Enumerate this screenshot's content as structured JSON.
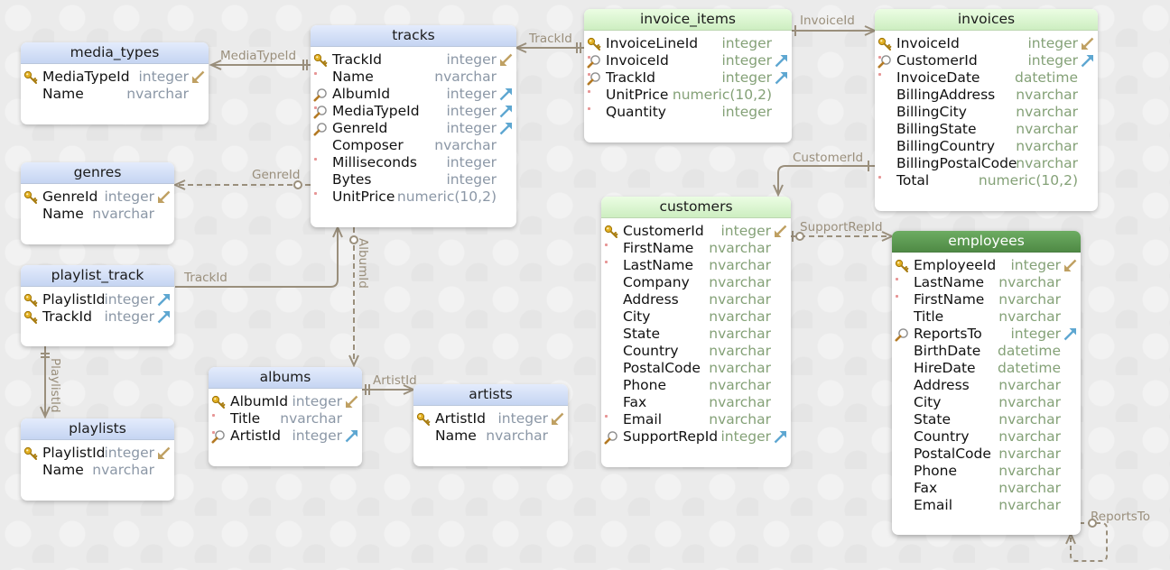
{
  "colors": {
    "connector": "#9a8f7c",
    "header_blue": "#c5d5f2",
    "header_green": "#cdeec1",
    "header_selected": "#5a9650",
    "type_blue": "#8b97a6",
    "type_green": "#84a177"
  },
  "tables": {
    "media_types": {
      "title": "media_types",
      "fields": [
        {
          "name": "MediaTypeId",
          "type": "integer",
          "icon": "key-icon",
          "arrow": "pk"
        },
        {
          "name": "Name",
          "type": "nvarchar"
        }
      ]
    },
    "tracks": {
      "title": "tracks",
      "fields": [
        {
          "name": "TrackId",
          "type": "integer",
          "icon": "key-icon",
          "arrow": "pk",
          "req": true
        },
        {
          "name": "Name",
          "type": "nvarchar",
          "req": true
        },
        {
          "name": "AlbumId",
          "type": "integer",
          "icon": "search-icon",
          "arrow": "fk"
        },
        {
          "name": "MediaTypeId",
          "type": "integer",
          "icon": "search-icon",
          "arrow": "fk",
          "req": true
        },
        {
          "name": "GenreId",
          "type": "integer",
          "icon": "search-icon",
          "arrow": "fk"
        },
        {
          "name": "Composer",
          "type": "nvarchar"
        },
        {
          "name": "Milliseconds",
          "type": "integer",
          "req": true
        },
        {
          "name": "Bytes",
          "type": "integer"
        },
        {
          "name": "UnitPrice",
          "type": "numeric(10,2)",
          "req": true
        }
      ]
    },
    "genres": {
      "title": "genres",
      "fields": [
        {
          "name": "GenreId",
          "type": "integer",
          "icon": "key-icon",
          "arrow": "pk"
        },
        {
          "name": "Name",
          "type": "nvarchar"
        }
      ]
    },
    "playlist_track": {
      "title": "playlist_track",
      "fields": [
        {
          "name": "PlaylistId",
          "type": "integer",
          "icon": "key-icon",
          "arrow": "fk"
        },
        {
          "name": "TrackId",
          "type": "integer",
          "icon": "key-icon",
          "arrow": "fk"
        }
      ]
    },
    "playlists": {
      "title": "playlists",
      "fields": [
        {
          "name": "PlaylistId",
          "type": "integer",
          "icon": "key-icon",
          "arrow": "pk"
        },
        {
          "name": "Name",
          "type": "nvarchar"
        }
      ]
    },
    "albums": {
      "title": "albums",
      "fields": [
        {
          "name": "AlbumId",
          "type": "integer",
          "icon": "key-icon",
          "arrow": "pk"
        },
        {
          "name": "Title",
          "type": "nvarchar",
          "req": true
        },
        {
          "name": "ArtistId",
          "type": "integer",
          "icon": "search-icon",
          "arrow": "fk",
          "req": true
        }
      ]
    },
    "artists": {
      "title": "artists",
      "fields": [
        {
          "name": "ArtistId",
          "type": "integer",
          "icon": "key-icon",
          "arrow": "pk"
        },
        {
          "name": "Name",
          "type": "nvarchar"
        }
      ]
    },
    "invoice_items": {
      "title": "invoice_items",
      "fields": [
        {
          "name": "InvoiceLineId",
          "type": "integer",
          "icon": "key-icon",
          "arrow": "none"
        },
        {
          "name": "InvoiceId",
          "type": "integer",
          "icon": "search-icon",
          "arrow": "fk",
          "req": true
        },
        {
          "name": "TrackId",
          "type": "integer",
          "icon": "search-icon",
          "arrow": "fk",
          "req": true
        },
        {
          "name": "UnitPrice",
          "type": "numeric(10,2)",
          "req": true
        },
        {
          "name": "Quantity",
          "type": "integer",
          "req": true
        }
      ]
    },
    "invoices": {
      "title": "invoices",
      "fields": [
        {
          "name": "InvoiceId",
          "type": "integer",
          "icon": "key-icon",
          "arrow": "pk"
        },
        {
          "name": "CustomerId",
          "type": "integer",
          "icon": "search-icon",
          "arrow": "fk",
          "req": true
        },
        {
          "name": "InvoiceDate",
          "type": "datetime",
          "req": true
        },
        {
          "name": "BillingAddress",
          "type": "nvarchar"
        },
        {
          "name": "BillingCity",
          "type": "nvarchar"
        },
        {
          "name": "BillingState",
          "type": "nvarchar"
        },
        {
          "name": "BillingCountry",
          "type": "nvarchar"
        },
        {
          "name": "BillingPostalCode",
          "type": "nvarchar"
        },
        {
          "name": "Total",
          "type": "numeric(10,2)",
          "req": true
        }
      ]
    },
    "customers": {
      "title": "customers",
      "fields": [
        {
          "name": "CustomerId",
          "type": "integer",
          "icon": "key-icon",
          "arrow": "pk"
        },
        {
          "name": "FirstName",
          "type": "nvarchar",
          "req": true
        },
        {
          "name": "LastName",
          "type": "nvarchar",
          "req": true
        },
        {
          "name": "Company",
          "type": "nvarchar"
        },
        {
          "name": "Address",
          "type": "nvarchar"
        },
        {
          "name": "City",
          "type": "nvarchar"
        },
        {
          "name": "State",
          "type": "nvarchar"
        },
        {
          "name": "Country",
          "type": "nvarchar"
        },
        {
          "name": "PostalCode",
          "type": "nvarchar"
        },
        {
          "name": "Phone",
          "type": "nvarchar"
        },
        {
          "name": "Fax",
          "type": "nvarchar"
        },
        {
          "name": "Email",
          "type": "nvarchar",
          "req": true
        },
        {
          "name": "SupportRepId",
          "type": "integer",
          "icon": "search-icon",
          "arrow": "fk"
        }
      ]
    },
    "employees": {
      "title": "employees",
      "fields": [
        {
          "name": "EmployeeId",
          "type": "integer",
          "icon": "key-icon",
          "arrow": "pk"
        },
        {
          "name": "LastName",
          "type": "nvarchar",
          "req": true
        },
        {
          "name": "FirstName",
          "type": "nvarchar",
          "req": true
        },
        {
          "name": "Title",
          "type": "nvarchar"
        },
        {
          "name": "ReportsTo",
          "type": "integer",
          "icon": "search-icon",
          "arrow": "fk"
        },
        {
          "name": "BirthDate",
          "type": "datetime"
        },
        {
          "name": "HireDate",
          "type": "datetime"
        },
        {
          "name": "Address",
          "type": "nvarchar"
        },
        {
          "name": "City",
          "type": "nvarchar"
        },
        {
          "name": "State",
          "type": "nvarchar"
        },
        {
          "name": "Country",
          "type": "nvarchar"
        },
        {
          "name": "PostalCode",
          "type": "nvarchar"
        },
        {
          "name": "Phone",
          "type": "nvarchar"
        },
        {
          "name": "Fax",
          "type": "nvarchar"
        },
        {
          "name": "Email",
          "type": "nvarchar"
        }
      ]
    }
  },
  "relationships": {
    "media_type": "MediaTypeId",
    "genre": "GenreId",
    "track_playlist": "TrackId",
    "playlist": "PlaylistId",
    "album": "AlbumId",
    "artist": "ArtistId",
    "invoice_track": "TrackId",
    "invoice": "InvoiceId",
    "customer": "CustomerId",
    "support_rep": "SupportRepId",
    "reports_to": "ReportsTo"
  }
}
